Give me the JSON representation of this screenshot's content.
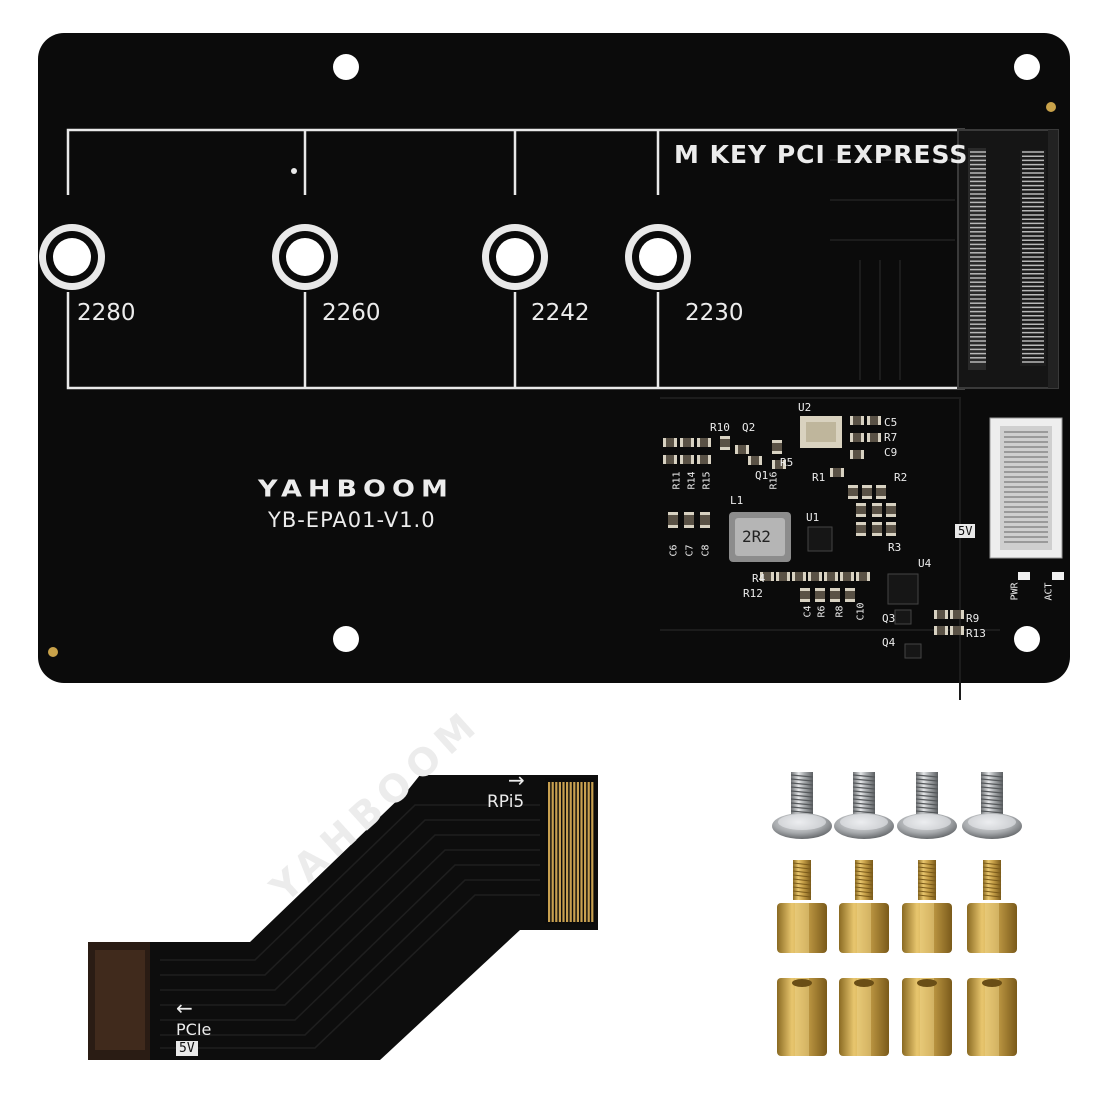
{
  "board": {
    "connector_label": "M KEY PCI EXPRESS",
    "logo_text": "YAHBOOM",
    "model": "YB-EPA01-V1.0",
    "size_marks": [
      "2280",
      "2260",
      "2242",
      "2230"
    ],
    "component_labels": {
      "u2": "U2",
      "c5": "C5",
      "r7": "R7",
      "c9": "C9",
      "r10": "R10",
      "q2": "Q2",
      "r5": "R5",
      "q1": "Q1",
      "r11": "R11",
      "r14": "R14",
      "r15": "R15",
      "r16": "R16",
      "r1": "R1",
      "r2": "R2",
      "r3": "R3",
      "l1": "L1",
      "inductor": "2R2",
      "u1": "U1",
      "c6": "C6",
      "c7": "C7",
      "c8": "C8",
      "r4": "R4",
      "r12": "R12",
      "c4": "C4",
      "r6": "R6",
      "r8": "R8",
      "c10": "C10",
      "u4": "U4",
      "q3": "Q3",
      "q4": "Q4",
      "r9": "R9",
      "r13": "R13",
      "v5": "5V",
      "pwr": "PWR",
      "act": "ACT"
    }
  },
  "cable": {
    "logo_text": "YAHBOOM",
    "label_rpi": "RPi5",
    "label_pcie": "PCIe",
    "label_5v": "5V",
    "arrow_right": "→",
    "arrow_left": "←"
  },
  "colors": {
    "pcb": "#0b0b0b",
    "silkscreen": "#e9e9e9",
    "brass": "#c9a24a",
    "steel": "#b9bcbf",
    "gold_finger": "#c8a050"
  }
}
